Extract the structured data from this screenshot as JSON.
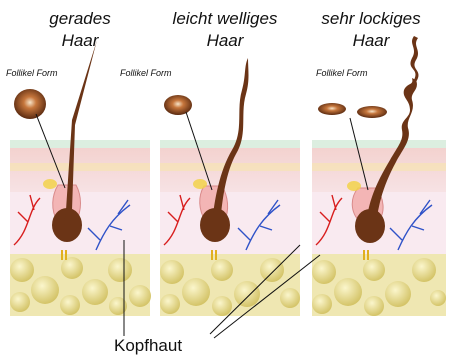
{
  "panels": [
    {
      "title_line1": "gerades",
      "title_line2": "Haar",
      "follikel_label": "Follikel Form"
    },
    {
      "title_line1": "leicht welliges",
      "title_line2": "Haar",
      "follikel_label": "Follikel Form"
    },
    {
      "title_line1": "sehr lockiges",
      "title_line2": "Haar",
      "follikel_label": "Follikel Form"
    }
  ],
  "caption": "Kopfhaut",
  "colors": {
    "skin_top": "#f7d8d8",
    "dermis": "#f9eaf0",
    "fat": "#e8dc8a",
    "fat_bg": "#efe7b2",
    "hair": "#6b3416",
    "artery": "#d81e1e",
    "vein": "#2f52c8",
    "background": "#dceee0"
  }
}
